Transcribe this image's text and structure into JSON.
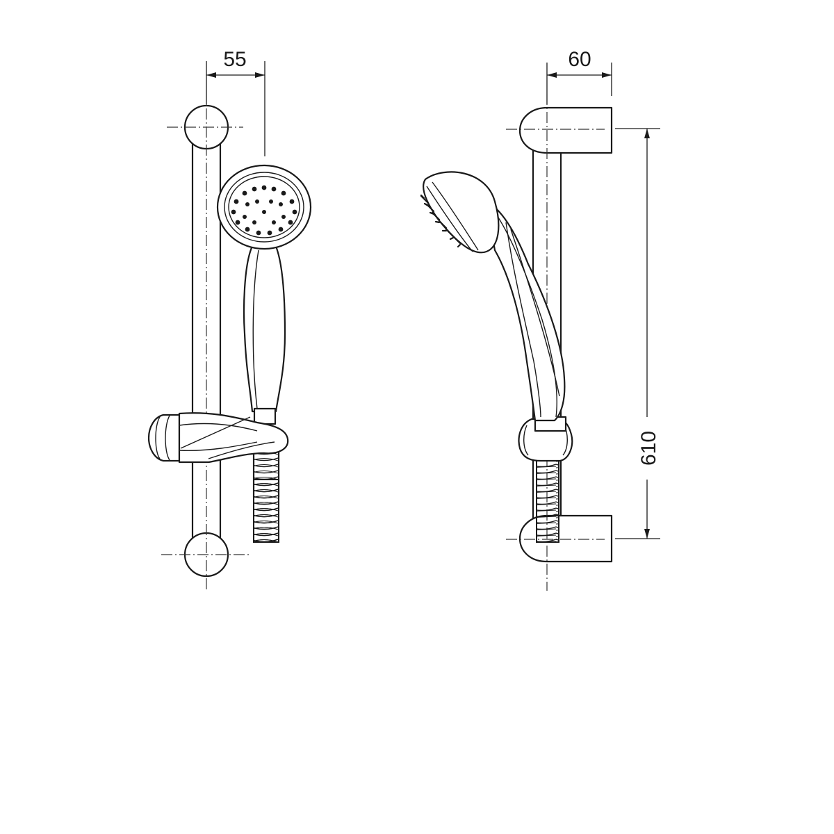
{
  "dimensions": {
    "front_width": "55",
    "side_width": "60",
    "total_height": "610"
  },
  "views": [
    "front-view",
    "side-view"
  ]
}
